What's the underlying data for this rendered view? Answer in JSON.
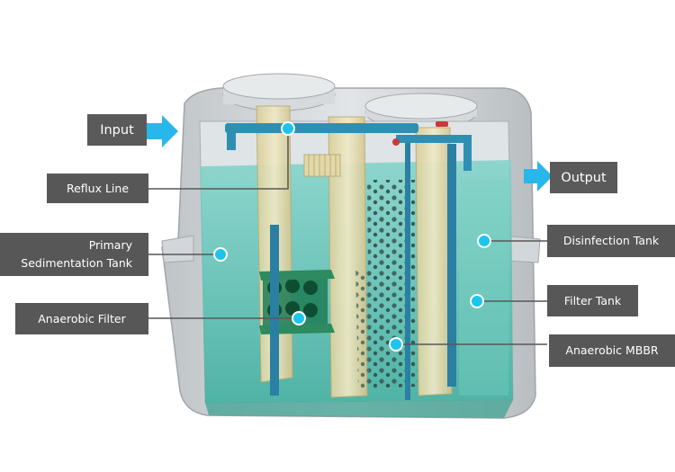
{
  "diagram": {
    "title": "",
    "colors": {
      "label_bg": "#575757",
      "water": "#5fc2b8",
      "pipe": "#2f8fb3",
      "marker": "#1bc5ec",
      "arrow": "#29b6ea",
      "tank_shell": "#c8cdd0",
      "baffle": "#e4dcb0"
    },
    "io": {
      "input": "Input",
      "output": "Output"
    },
    "labels": {
      "reflux_line": "Reflux Line",
      "primary_sedimentation_line1": "Primary",
      "primary_sedimentation_line2": "Sedimentation Tank",
      "anaerobic_filter": "Anaerobic Filter",
      "disinfection_tank": "Disinfection Tank",
      "filter_tank": "Filter Tank",
      "anaerobic_mbbr": "Anaerobic MBBR"
    }
  }
}
